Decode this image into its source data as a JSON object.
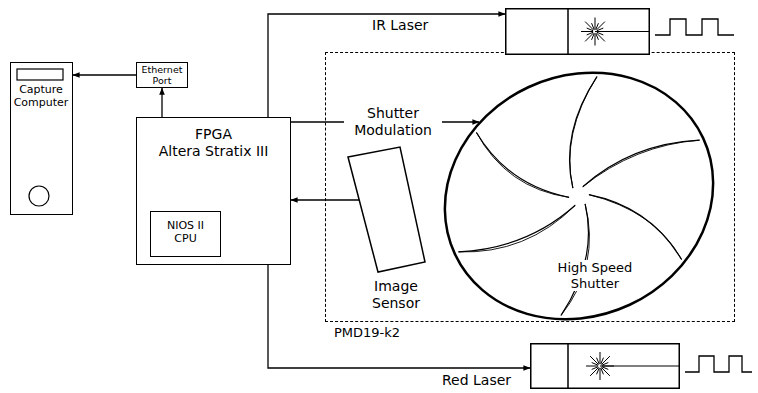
{
  "diagram": {
    "nodes": [
      {
        "text": [
          "Capture Computer"
        ]
      },
      {
        "text": [
          "Ethernet Port"
        ]
      },
      {
        "text": [
          "FPGA",
          "Altera Stratix III"
        ]
      },
      {
        "text": [
          "NIOS II CPU"
        ],
        "in": 2
      },
      {
        "text": [
          "PMD19-k2"
        ]
      },
      {
        "text": [
          "Image Sensor"
        ],
        "in": 4
      },
      {
        "text": [
          "High Speed Shutter"
        ],
        "in": 4
      },
      {
        "text": [
          "IR Laser"
        ]
      },
      {
        "text": [
          "Red Laser"
        ]
      }
    ],
    "edges": [
      {
        "from": 2,
        "to": 1,
        "arrow": "to"
      },
      {
        "from": 1,
        "to": 0,
        "arrow": "to"
      },
      {
        "from": 2,
        "to": 7,
        "arrow": "to"
      },
      {
        "from": 2,
        "to": 8,
        "arrow": "to"
      },
      {
        "from": 2,
        "to": 6,
        "label": "Shutter Modulation",
        "arrow": "to"
      },
      {
        "from": 5,
        "to": 2,
        "arrow": "to"
      }
    ]
  }
}
